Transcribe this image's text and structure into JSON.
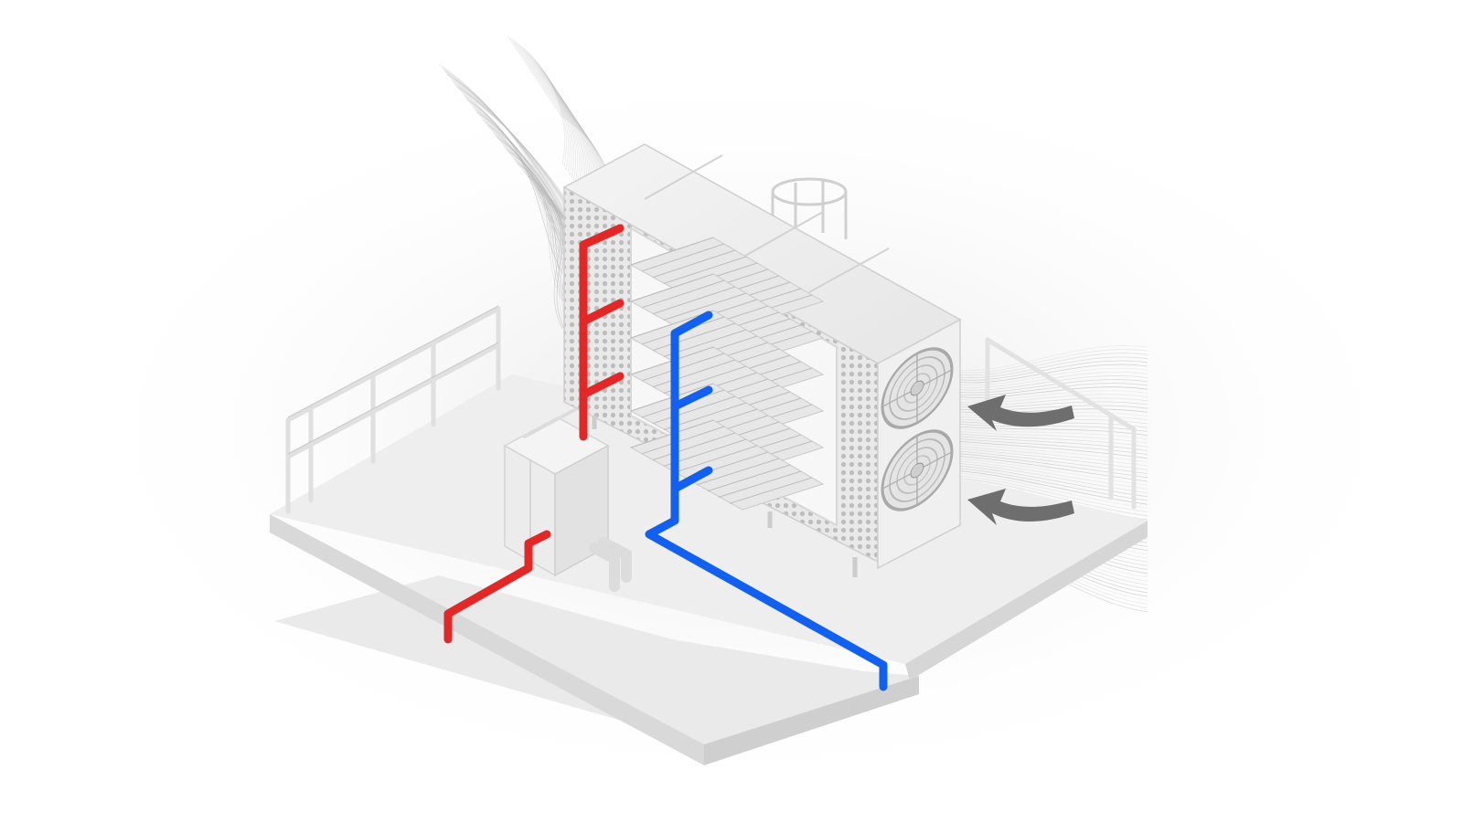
{
  "scene": {
    "subject": "isometric-cooling-unit-illustration",
    "colors": {
      "background": "#ffffff",
      "platform_top": "#ececec",
      "platform_side": "#d9d9d9",
      "unit_body": "#f2f2f2",
      "unit_edge": "#c8c8c8",
      "hot_pipe": "#e32626",
      "cold_pipe": "#1160f0",
      "airflow_lines": "#b9b9b9",
      "airflow_arrows": "#6e6e6e"
    },
    "icons": {
      "fan": "fan-icon",
      "arrow": "curved-arrow-icon"
    },
    "fan_count": 2,
    "airflow_arrow_count": 2,
    "hot_pipe_branches": 3,
    "cold_pipe_branches": 3
  }
}
